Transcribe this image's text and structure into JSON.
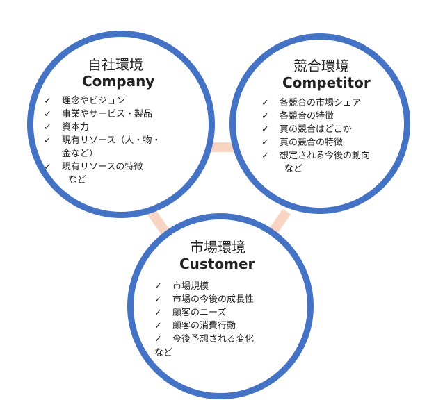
{
  "check_mark": "✓",
  "company": {
    "title_jp": "自社環境",
    "title_en": "Company",
    "items": [
      "理念やビジョン",
      "事業やサービス・製品",
      "資本力",
      "現有リソース（人・物・",
      "現有リソースの特徴"
    ],
    "item_continuation": "金など）",
    "etc": "など"
  },
  "competitor": {
    "title_jp": "競合環境",
    "title_en": "Competitor",
    "items": [
      "各競合の市場シェア",
      "各競合の特徴",
      "真の競合はどこか",
      "真の競合の特徴",
      "想定される今後の動向"
    ],
    "etc": "など"
  },
  "customer": {
    "title_jp": "市場環境",
    "title_en": "Customer",
    "items": [
      "市場規模",
      "市場の今後の成長性",
      "顧客のニーズ",
      "顧客の消費行動",
      "今後予想される変化"
    ],
    "etc": "など"
  },
  "colors": {
    "circle_border": "#4472c4",
    "connector": "#f8d5c2",
    "text": "#222222"
  }
}
